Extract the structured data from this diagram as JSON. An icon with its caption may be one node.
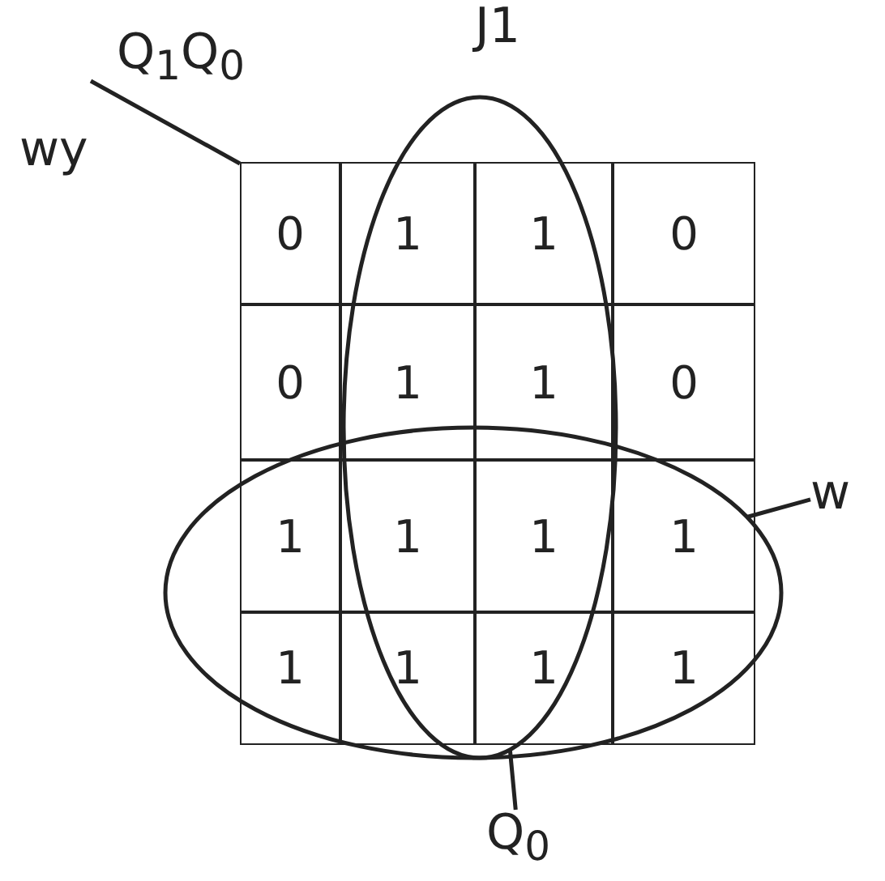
{
  "diagram": {
    "title": "J1",
    "nodes": [
      {
        "text": [],
        "shape": "ellipse"
      },
      {
        "text": [],
        "shape": "ellipse"
      },
      {
        "text": [
          "w"
        ]
      },
      {
        "text": [
          "Q$_{0}$"
        ]
      }
    ],
    "edges": [
      {
        "from": 2,
        "to": 1,
        "arrow": "none"
      },
      {
        "from": 3,
        "to": 0,
        "arrow": "none"
      }
    ],
    "labels": [
      "Q$_{1}$Q$_{0}$",
      "wy",
      "0",
      "1",
      "1",
      "0",
      "0",
      "1",
      "1",
      "0",
      "1",
      "1",
      "1",
      "1",
      "1",
      "1",
      "1",
      "1"
    ]
  }
}
